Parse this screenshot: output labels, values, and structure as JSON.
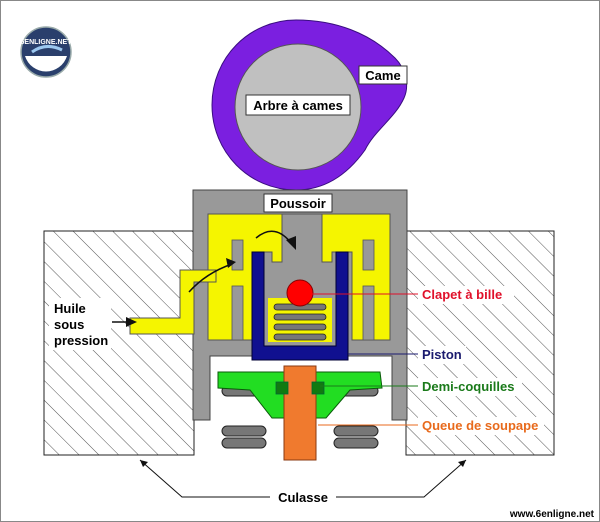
{
  "labels": {
    "came": "Came",
    "arbre": "Arbre à cames",
    "poussoir": "Poussoir",
    "huile_1": "Huile",
    "huile_2": "sous",
    "huile_3": "pression",
    "clapet": "Clapet à bille",
    "piston": "Piston",
    "demi": "Demi-coquilles",
    "queue": "Queue de soupape",
    "culasse": "Culasse",
    "website": "www.6enligne.net"
  },
  "logo": {
    "text": "6ENLIGNE.NET"
  },
  "colors": {
    "cam": "#7b1fe0",
    "camshaft": "#c0c0c0",
    "poussoir": "#999999",
    "oil": "#f5f500",
    "piston": "#101090",
    "ball": "#ff0000",
    "cups": "#22dd22",
    "valve_stem": "#f07a2e",
    "label_clapet": "#e0102a",
    "label_piston": "#1a1a6e",
    "label_demi": "#1a7a1a",
    "label_queue": "#e86a1c"
  }
}
